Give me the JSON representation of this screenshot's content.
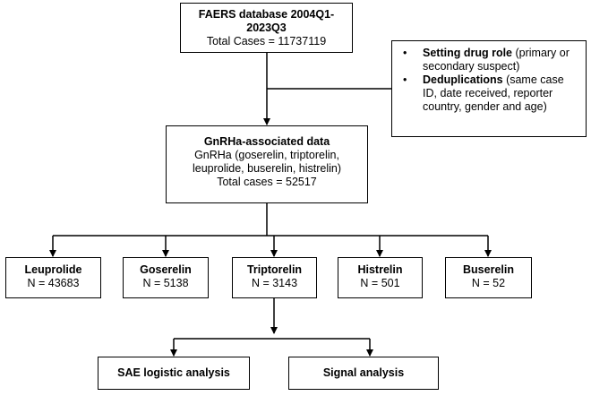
{
  "faers": {
    "title_line1": "FAERS database 2004Q1-",
    "title_line2": "2023Q3",
    "total": "Total Cases = 11737119"
  },
  "notes": {
    "items": [
      {
        "bold": "Setting drug role",
        "text": " (primary or secondary suspect)"
      },
      {
        "bold": "Deduplications",
        "text": " (same case ID, date received, reporter country, gender and age)"
      }
    ]
  },
  "gnrha": {
    "title": "GnRHa-associated data",
    "line1": "GnRHa (goserelin, triptorelin,",
    "line2": "leuprolide, buserelin, histrelin)",
    "total": "Total cases = 52517"
  },
  "drugs": [
    {
      "name": "Leuprolide",
      "n": "N = 43683"
    },
    {
      "name": "Goserelin",
      "n": "N = 5138"
    },
    {
      "name": "Triptorelin",
      "n": "N = 3143"
    },
    {
      "name": "Histrelin",
      "n": "N = 501"
    },
    {
      "name": "Buserelin",
      "n": "N = 52"
    }
  ],
  "analyses": {
    "sae": "SAE logistic analysis",
    "signal": "Signal analysis"
  },
  "colors": {
    "line": "#000000",
    "box_fill": "#ffffff"
  }
}
